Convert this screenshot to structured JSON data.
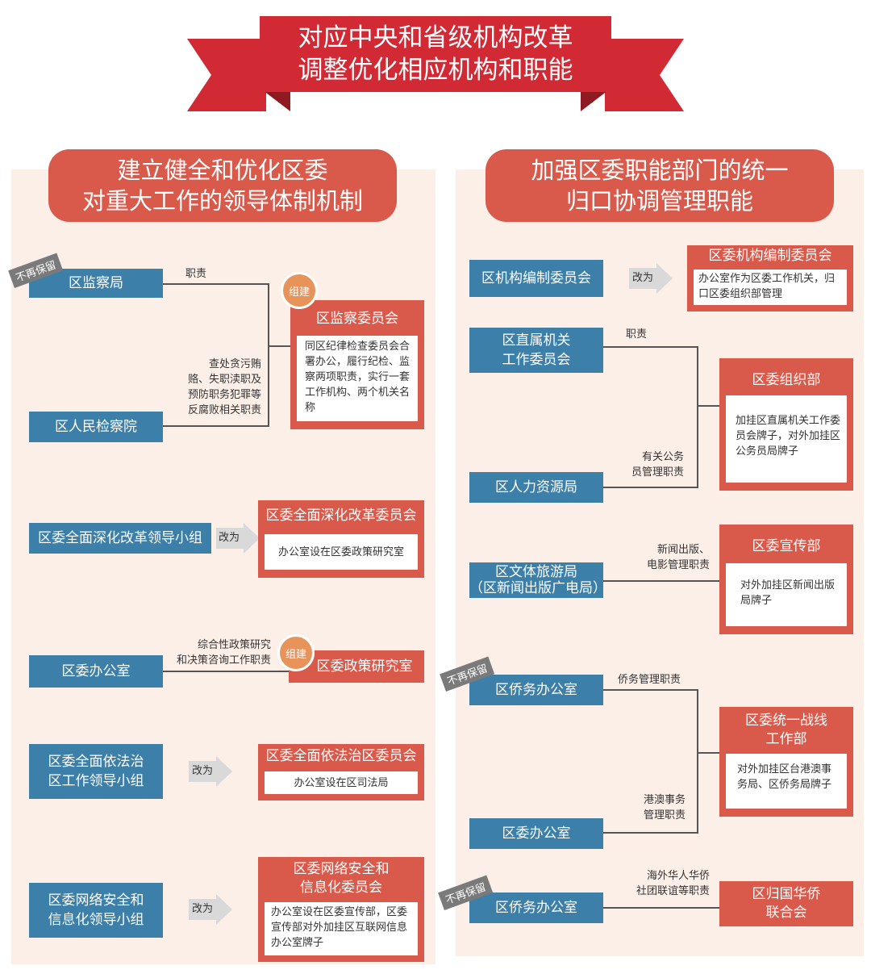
{
  "banner": {
    "line1": "对应中央和省级机构改革",
    "line2": "调整优化相应机构和职能"
  },
  "left": {
    "header_line1": "建立健全和优化区委",
    "header_line2": "对重大工作的领导体制机制",
    "g1": {
      "tag": "不再保留",
      "src1": "区监察局",
      "src2": "区人民检察院",
      "label_duty": "职责",
      "label_duty2_l1": "查处贪污贿",
      "label_duty2_l2": "赂、失职渎职及",
      "label_duty2_l3": "预防职务犯罪等",
      "label_duty2_l4": "反腐败相关职责",
      "badge": "组建",
      "target_title": "区监察委员会",
      "target_desc": "同区纪律检查委员会合署办公，履行纪检、监察两项职责，实行一套工作机构、两个机关名称"
    },
    "g2": {
      "src": "区委全面深化改革领导小组",
      "arrow": "改为",
      "target_title": "区委全面深化改革委员会",
      "target_desc": "办公室设在区委政策研究室"
    },
    "g3": {
      "src": "区委办公室",
      "label_l1": "综合性政策研究",
      "label_l2": "和决策咨询工作职责",
      "badge": "组建",
      "target_title": "区委政策研究室"
    },
    "g4": {
      "src_l1": "区委全面依法治",
      "src_l2": "区工作领导小组",
      "arrow": "改为",
      "target_title": "区委全面依法治区委员会",
      "target_desc": "办公室设在区司法局"
    },
    "g5": {
      "src_l1": "区委网络安全和",
      "src_l2": "信息化领导小组",
      "arrow": "改为",
      "target_title_l1": "区委网络安全和",
      "target_title_l2": "信息化委员会",
      "target_desc": "办公室设在区委宣传部，区委宣传部对外加挂区互联网信息办公室牌子"
    }
  },
  "right": {
    "header_line1": "加强区委职能部门的统一",
    "header_line2": "归口协调管理职能",
    "g1": {
      "src": "区机构编制委员会",
      "arrow": "改为",
      "target_title": "区委机构编制委员会",
      "target_desc": "办公室作为区委工作机关，归口区委组织部管理"
    },
    "g2": {
      "src1_l1": "区直属机关",
      "src1_l2": "工作委员会",
      "src2": "区人力资源局",
      "label1": "职责",
      "label2_l1": "有关公务",
      "label2_l2": "员管理职责",
      "target_title": "区委组织部",
      "target_desc": "加挂区直属机关工作委员会牌子，对外加挂区公务员局牌子"
    },
    "g3": {
      "src_l1": "区文体旅游局",
      "src_l2": "（区新闻出版广电局）",
      "label_l1": "新闻出版、",
      "label_l2": "电影管理职责",
      "target_title": "区委宣传部",
      "target_desc": "对外加挂区新闻出版局牌子"
    },
    "g4": {
      "tag": "不再保留",
      "src1": "区侨务办公室",
      "src2": "区委办公室",
      "label1": "侨务管理职责",
      "label2_l1": "港澳事务",
      "label2_l2": "管理职责",
      "target_title_l1": "区委统一战线",
      "target_title_l2": "工作部",
      "target_desc": "对外加挂区台港澳事务局、区侨务局牌子"
    },
    "g5": {
      "tag": "不再保留",
      "src": "区侨务办公室",
      "label_l1": "海外华人华侨",
      "label_l2": "社团联谊等职责",
      "target_title_l1": "区归国华侨",
      "target_title_l2": "联合会"
    }
  },
  "colors": {
    "red": "#d95a4b",
    "blue": "#3c7fa9",
    "orange": "#e8935a",
    "panel": "#fcefe8"
  }
}
